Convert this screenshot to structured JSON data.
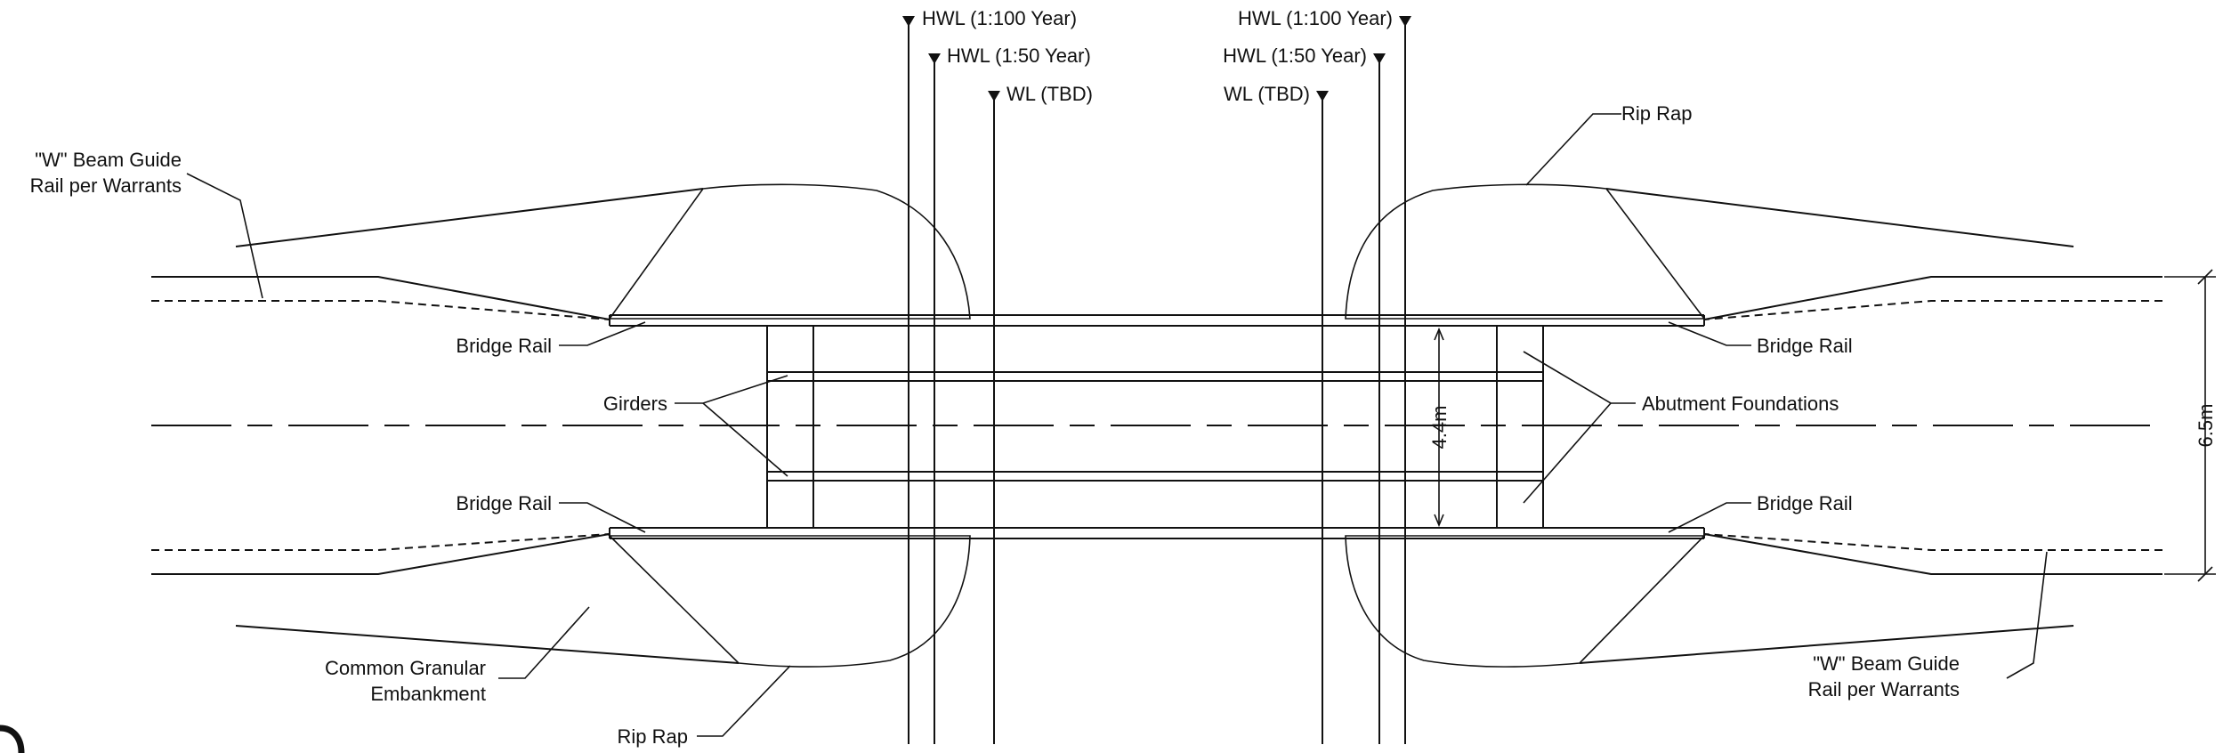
{
  "labels": {
    "hwl_100_left": "HWL (1:100 Year)",
    "hwl_50_left": "HWL (1:50 Year)",
    "wl_left": "WL (TBD)",
    "hwl_100_right": "HWL (1:100 Year)",
    "hwl_50_right": "HWL (1:50 Year)",
    "wl_right": "WL (TBD)",
    "rip_rap_top": "Rip Rap",
    "rip_rap_bottom": "Rip Rap",
    "w_beam_left_line1": "\"W\" Beam Guide",
    "w_beam_left_line2": "Rail per Warrants",
    "w_beam_right_line1": "\"W\" Beam Guide",
    "w_beam_right_line2": "Rail per Warrants",
    "bridge_rail_top_left": "Bridge Rail",
    "bridge_rail_top_right": "Bridge Rail",
    "bridge_rail_bottom_left": "Bridge Rail",
    "bridge_rail_bottom_right": "Bridge Rail",
    "girders": "Girders",
    "abutment_foundations": "Abutment Foundations",
    "embankment_line1": "Common Granular",
    "embankment_line2": "Embankment",
    "dim_inner": "4.4m",
    "dim_outer": "6.5m"
  },
  "colors": {
    "line": "#111111",
    "background": "#ffffff"
  }
}
